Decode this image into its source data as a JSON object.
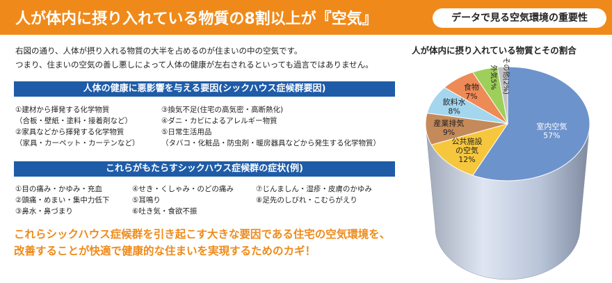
{
  "header": {
    "title": "人が体内に摂り入れている物質の8割以上が『空気』",
    "badge": "データで見る空気環境の重要性"
  },
  "intro": [
    "右図の通り、人体が摂り入れる物質の大半を占めるのが住まいの中の空気です。",
    "つまり、住まいの空気の善し悪しによって人体の健康が左右されるといっても過言ではありません。"
  ],
  "section1": {
    "title": "人体の健康に悪影響を与える要因(シックハウス症候群要因)",
    "col1": [
      "①建材から揮発する化学物質",
      "（合板・壁紙・塗料・接着剤など）",
      "②家具などから揮発する化学物質",
      "（家具・カーペット・カーテンなど）"
    ],
    "col2": [
      "③換気不足(住宅の高気密・高断熱化)",
      "④ダニ・カビによるアレルギー物質",
      "⑤日常生活用品",
      "（タバコ・化粧品・防虫剤・暖房器具などから発生する化学物質）"
    ]
  },
  "section2": {
    "title": "これらがもたらすシックハウス症候群の症状(例)",
    "col1": [
      "①目の痛み・かゆみ・充血",
      "②頭痛・めまい・集中力低下",
      "③鼻水・鼻づまり"
    ],
    "col2": [
      "④せき・くしゃみ・のどの痛み",
      "⑤耳鳴り",
      "⑥吐き気・食欲不振"
    ],
    "col3": [
      "⑦じんましん・湿疹・皮膚のかゆみ",
      "⑧足先のしびれ・こむらがえり"
    ]
  },
  "conclusion": [
    "これらシックハウス症候群を引き起こす大きな要因である住宅の空気環境を、",
    "改善することが快適で健康的な住まいを実現するためのカギ！"
  ],
  "colors": {
    "header": "#ef8a1a",
    "bar": "#1f5ca8",
    "conclusion": "#ef8a1a"
  },
  "chart_data": {
    "type": "pie",
    "title": "人が体内に摂り入れている物質とその割合",
    "slices": [
      {
        "label": "室内空気",
        "value": 57,
        "display": "57%",
        "color": "#6d93cc"
      },
      {
        "label": "公共施設の空気",
        "value": 12,
        "display": "12%",
        "color": "#f6c73c"
      },
      {
        "label": "産業排気",
        "value": 9,
        "display": "9%",
        "color": "#c58a5a"
      },
      {
        "label": "飲料水",
        "value": 8,
        "display": "8%",
        "color": "#a4d6ee"
      },
      {
        "label": "食物",
        "value": 7,
        "display": "7%",
        "color": "#ee8a56"
      },
      {
        "label": "外気",
        "value": 5,
        "display": "5%",
        "color": "#9ecf5a"
      },
      {
        "label": "その他",
        "value": 2,
        "display": "(2%)",
        "color": "#c3c3c3"
      }
    ]
  }
}
